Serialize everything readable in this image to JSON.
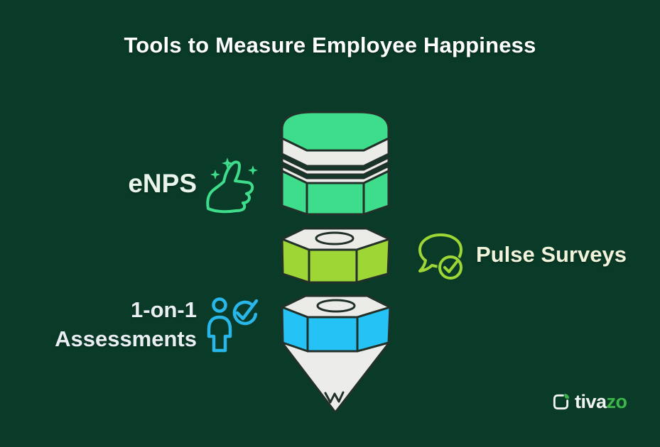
{
  "title": "Tools to Measure Employee Happiness",
  "items": [
    {
      "label": "eNPS",
      "icon": "thumbs-up-sparkles-icon",
      "accent_color": "#3edd8b",
      "segment": "screw-head"
    },
    {
      "label": "Pulse Surveys",
      "icon": "chat-check-icon",
      "accent_color": "#9ed636",
      "segment": "upper-nut"
    },
    {
      "label": "1-on-1 Assessments",
      "label_line1": "1-on-1",
      "label_line2": "Assessments",
      "icon": "person-check-icon",
      "accent_color": "#25c3f5",
      "segment": "lower-nut-with-drill-tip"
    }
  ],
  "brand": {
    "name_primary": "tiva",
    "name_accent": "zo",
    "accent_color": "#3db54a",
    "icon": "tivazo-box-icon"
  },
  "colors": {
    "background": "#0a3b28",
    "title_text": "#ffffff",
    "enps_green": "#3edd8b",
    "pulse_lime": "#9ed636",
    "assessment_blue": "#25c3f5",
    "metal_face": "#ebebe8",
    "outline": "#22302a"
  }
}
